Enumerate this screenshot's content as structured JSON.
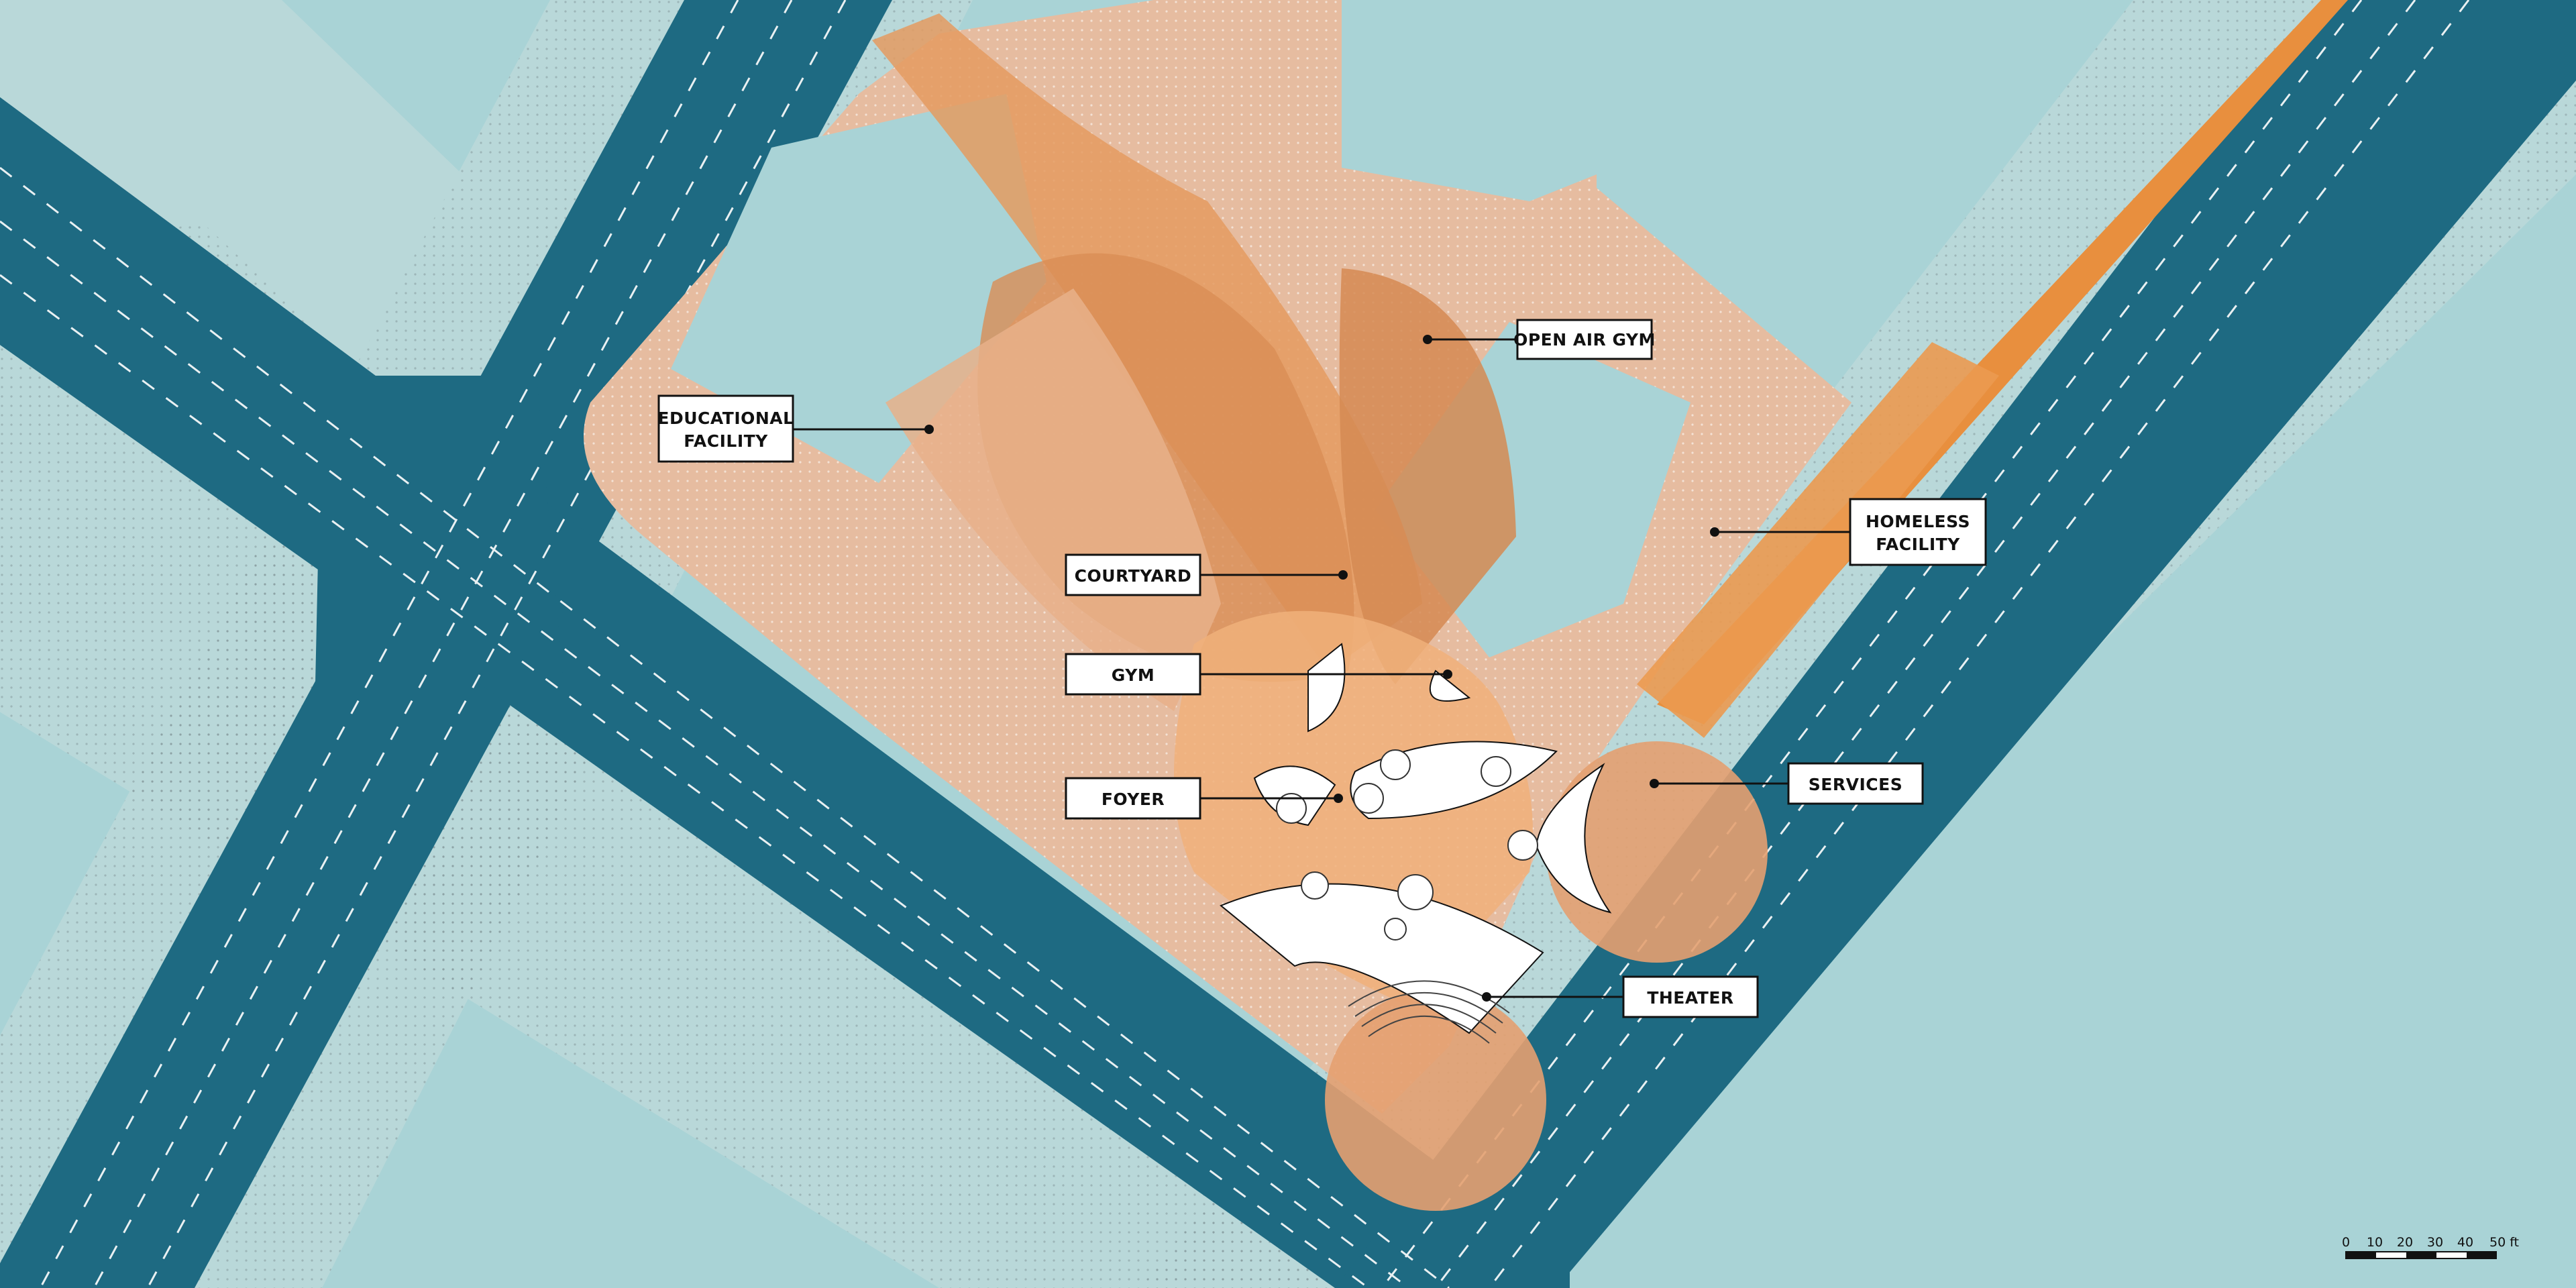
{
  "labels": {
    "educational_line1": "EDUCATIONAL",
    "educational_line2": "FACILITY",
    "open_air_gym": "OPEN AIR GYM",
    "homeless_line1": "HOMELESS",
    "homeless_line2": "FACILITY",
    "courtyard": "COURTYARD",
    "gym": "GYM",
    "foyer": "FOYER",
    "services": "SERVICES",
    "theater": "THEATER"
  },
  "scale_bar": {
    "ticks": [
      "0",
      "10",
      "20",
      "30",
      "40",
      "50 ft"
    ]
  },
  "colors": {
    "water": "#a9d3d6",
    "road": "#1e6a82",
    "sidewalk": "#b9d8d9",
    "site_light": "#e6bca0",
    "program_orange": "#e39a5d",
    "program_dark": "#d4864e",
    "white": "#ffffff"
  }
}
